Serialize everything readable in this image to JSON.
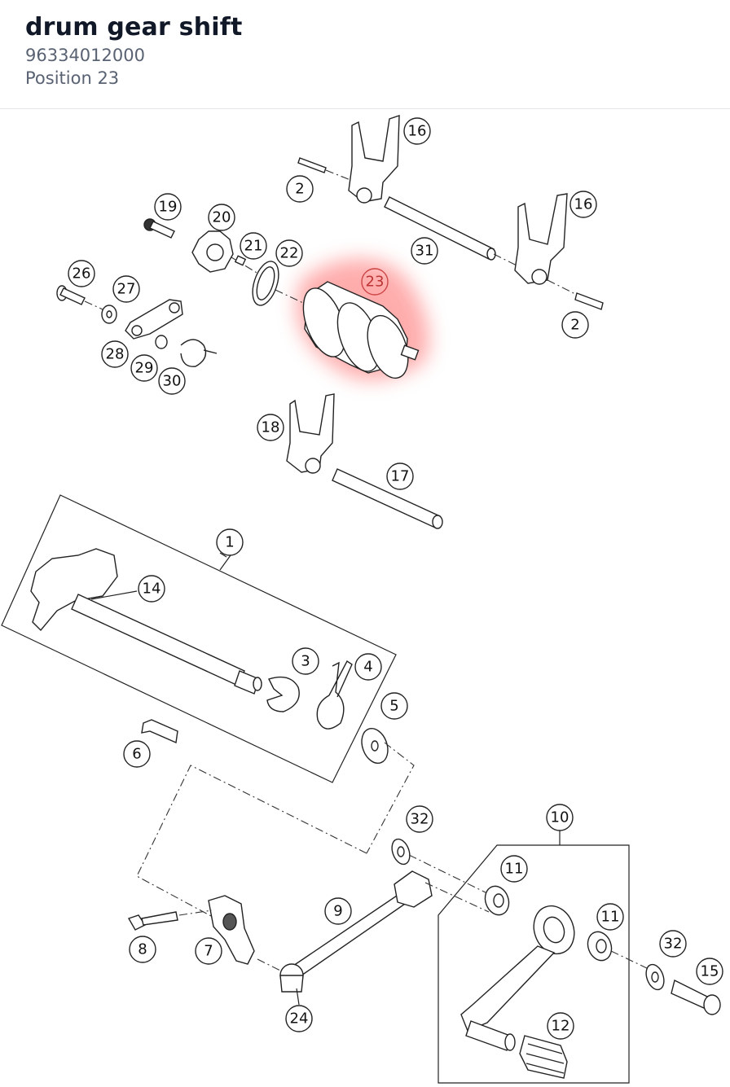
{
  "part": {
    "name": "drum gear shift",
    "number": "96334012000",
    "position": "Position 23"
  },
  "highlight_color": "#ff6b6b",
  "callouts": [
    {
      "label": "16"
    },
    {
      "label": "2"
    },
    {
      "label": "16"
    },
    {
      "label": "31"
    },
    {
      "label": "2"
    },
    {
      "label": "19"
    },
    {
      "label": "20"
    },
    {
      "label": "21"
    },
    {
      "label": "22"
    },
    {
      "label": "23"
    },
    {
      "label": "26"
    },
    {
      "label": "27"
    },
    {
      "label": "28"
    },
    {
      "label": "29"
    },
    {
      "label": "30"
    },
    {
      "label": "18"
    },
    {
      "label": "17"
    },
    {
      "label": "1"
    },
    {
      "label": "14"
    },
    {
      "label": "3"
    },
    {
      "label": "4"
    },
    {
      "label": "5"
    },
    {
      "label": "6"
    },
    {
      "label": "32"
    },
    {
      "label": "10"
    },
    {
      "label": "11"
    },
    {
      "label": "11"
    },
    {
      "label": "9"
    },
    {
      "label": "8"
    },
    {
      "label": "7"
    },
    {
      "label": "32"
    },
    {
      "label": "15"
    },
    {
      "label": "24"
    },
    {
      "label": "12"
    }
  ]
}
